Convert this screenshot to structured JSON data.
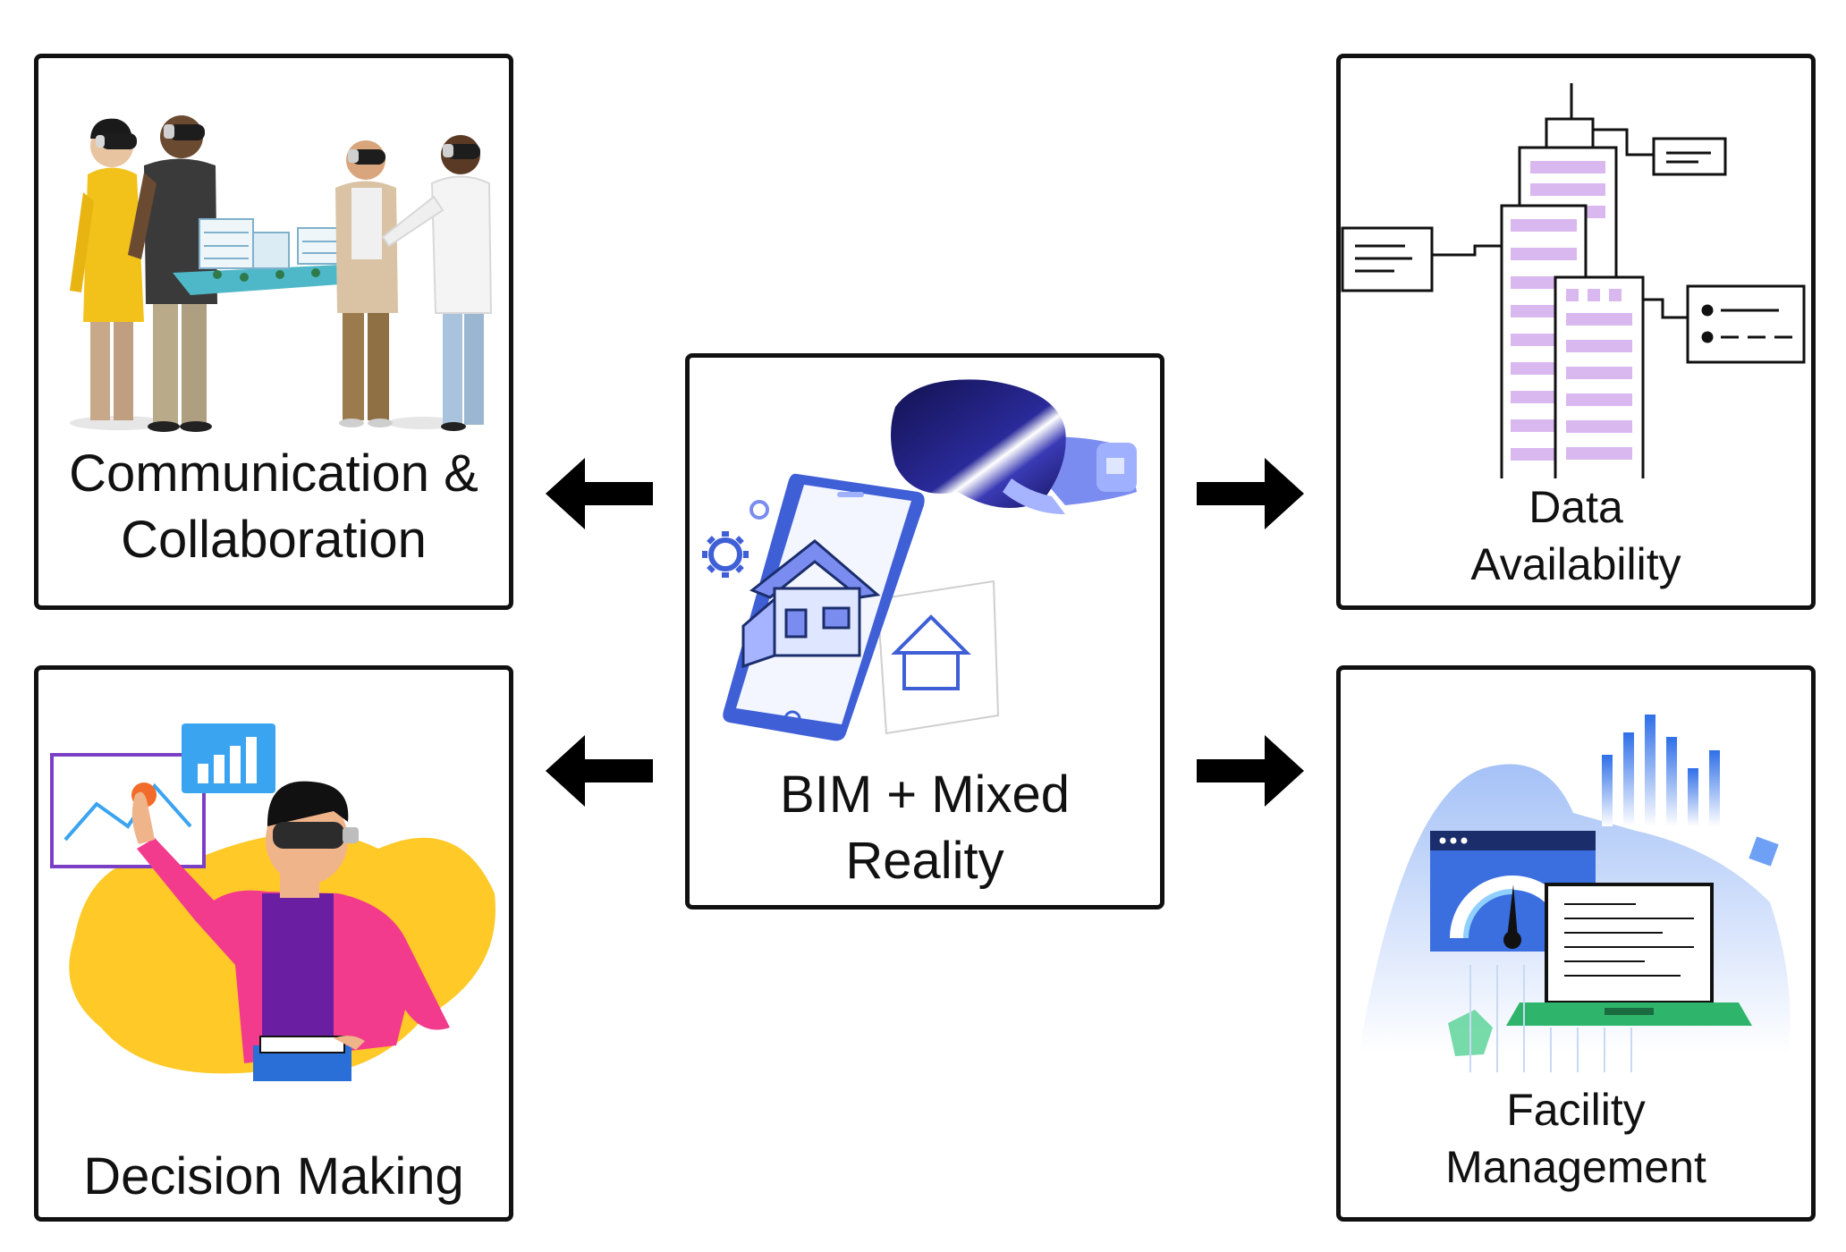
{
  "center": {
    "label_line1": "BIM + Mixed",
    "label_line2": "Reality"
  },
  "boxes": {
    "communication": {
      "label_line1": "Communication &",
      "label_line2": "Collaboration"
    },
    "data": {
      "label_line1": "Data",
      "label_line2": "Availability"
    },
    "decision": {
      "label_line1": "Decision Making"
    },
    "facility": {
      "label_line1": "Facility",
      "label_line2": "Management"
    }
  },
  "colors": {
    "border": "#111111",
    "arrow": "#000000",
    "building_accent": "#d9b8f0",
    "bim_blue": "#3f5fd6",
    "headset_navy": "#1b1a6b",
    "shirt_pink": "#f23b8c",
    "blob_yellow": "#ffc928",
    "chart_blue": "#3aa4f0",
    "laptop_green": "#2fb56b"
  },
  "icons": [
    "vr-headset-icon",
    "phone-icon",
    "house-icon",
    "gear-icon",
    "building-icon",
    "document-icon",
    "chart-icon",
    "gauge-icon",
    "laptop-icon"
  ]
}
